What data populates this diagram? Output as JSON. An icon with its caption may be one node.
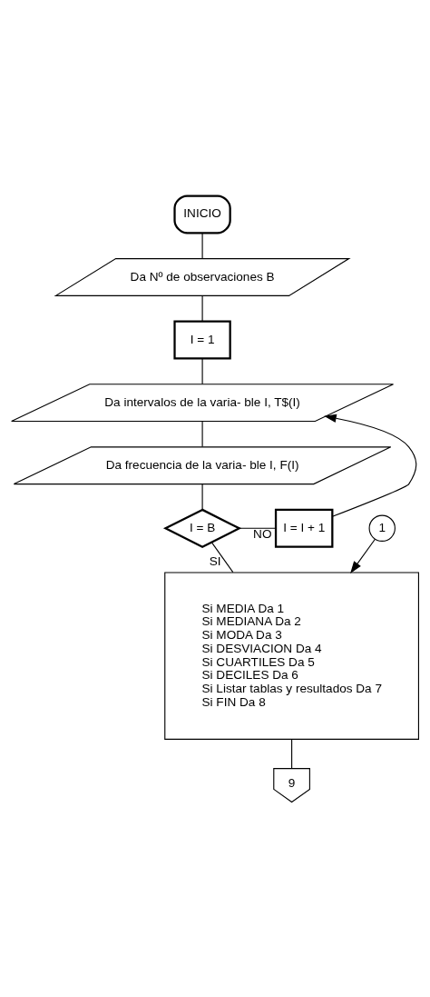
{
  "diagram": {
    "nodes": [
      {
        "text": [
          "INICIO"
        ]
      },
      {
        "text": [
          "Da Nº de observaciones B"
        ]
      },
      {
        "text": [
          "I = 1"
        ]
      },
      {
        "text": [
          "Da intervalos de la varia- ble I, T$(I)"
        ]
      },
      {
        "text": [
          "Da frecuencia de la varia- ble I, F(I)"
        ]
      },
      {
        "text": [
          "I = B"
        ]
      },
      {
        "text": [
          "I = I + 1"
        ]
      },
      {
        "text": [
          "1"
        ]
      },
      {
        "text": [
          "Si MEDIA Da 1",
          "Si MEDIANA Da 2",
          "Si MODA Da 3",
          "Si DESVIACION Da 4",
          "Si CUARTILES Da 5",
          "Si DECILES Da 6",
          "Si Listar tablas y resultados Da 7",
          "Si FIN Da 8"
        ]
      },
      {
        "text": [
          "9"
        ]
      }
    ],
    "edges": [
      {
        "from": 0,
        "to": 1,
        "arrow": "none"
      },
      {
        "from": 1,
        "to": 2,
        "arrow": "none"
      },
      {
        "from": 2,
        "to": 3,
        "arrow": "none"
      },
      {
        "from": 3,
        "to": 4,
        "arrow": "none"
      },
      {
        "from": 4,
        "to": 5,
        "arrow": "none"
      },
      {
        "from": 5,
        "to": 6,
        "label": "NO",
        "arrow": "none"
      },
      {
        "from": 6,
        "to": 3,
        "arrow": "to"
      },
      {
        "from": 5,
        "to": 8,
        "label": "SI",
        "arrow": "none"
      },
      {
        "from": 7,
        "to": 8,
        "arrow": "to"
      },
      {
        "from": 8,
        "to": 9,
        "arrow": "none"
      }
    ]
  }
}
